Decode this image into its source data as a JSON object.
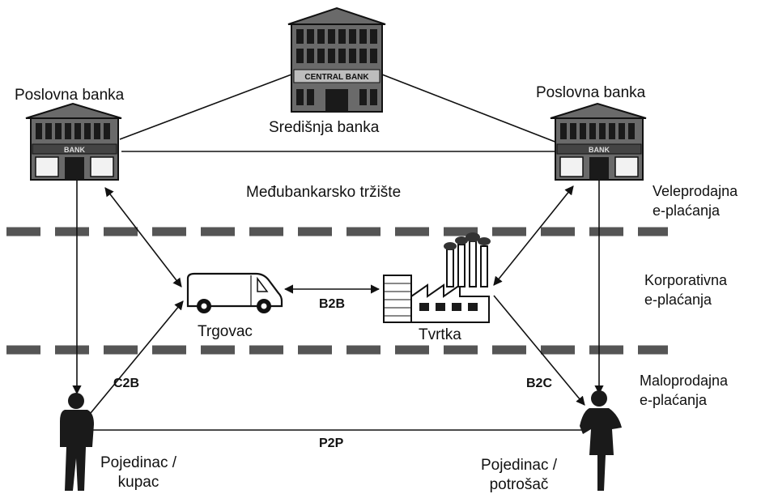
{
  "nodes": {
    "central_bank": {
      "label": "Središnja banka",
      "sign": "CENTRAL BANK"
    },
    "bank_left": {
      "label": "Poslovna banka",
      "sign": "BANK"
    },
    "bank_right": {
      "label": "Poslovna banka",
      "sign": "BANK"
    },
    "merchant": {
      "label": "Trgovac"
    },
    "company": {
      "label": "Tvrtka"
    },
    "buyer": {
      "line1": "Pojedinac /",
      "line2": "kupac"
    },
    "consumer": {
      "line1": "Pojedinac /",
      "line2": "potrošač"
    }
  },
  "edges": {
    "b2b": "B2B",
    "c2b": "C2B",
    "b2c": "B2C",
    "p2p": "P2P"
  },
  "interbank_market": "Međubankarsko tržište",
  "zones": {
    "wholesale": {
      "line1": "Veleprodajna",
      "line2": "e-plaćanja"
    },
    "corporate": {
      "line1": "Korporativna",
      "line2": "e-plaćanja"
    },
    "retail": {
      "line1": "Maloprodajna",
      "line2": "e-plaćanja"
    }
  },
  "colors": {
    "ink": "#111111",
    "divider": "#555555",
    "building": "#6a6a6a",
    "window": "#1a1a1a"
  }
}
